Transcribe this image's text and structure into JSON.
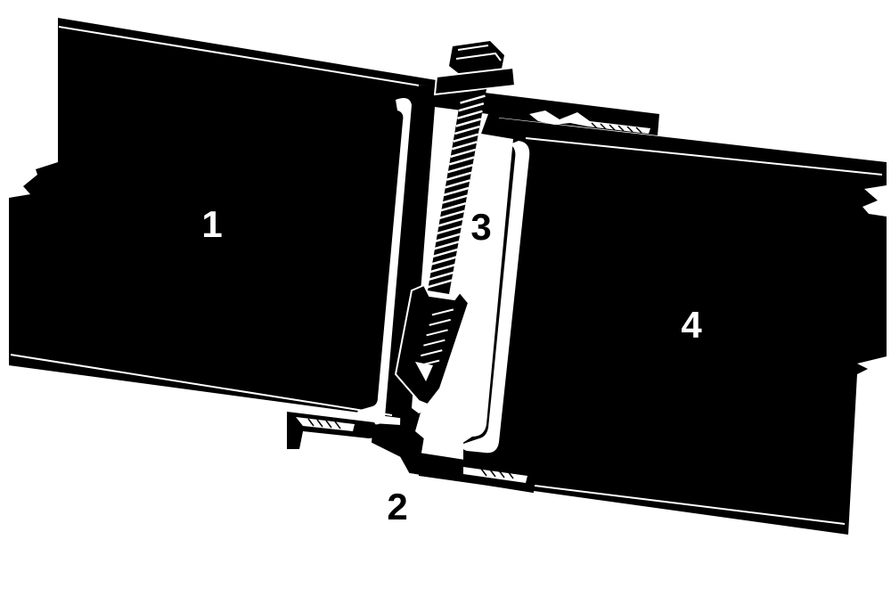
{
  "colors": {
    "background": "#ffffff",
    "panel": "#000000",
    "line": "#ffffff",
    "label_on_dark": "#ffffff",
    "label_on_light": "#000000"
  },
  "labels": {
    "panel_left": "1",
    "profile": "2",
    "screw": "3",
    "panel_right": "4"
  }
}
